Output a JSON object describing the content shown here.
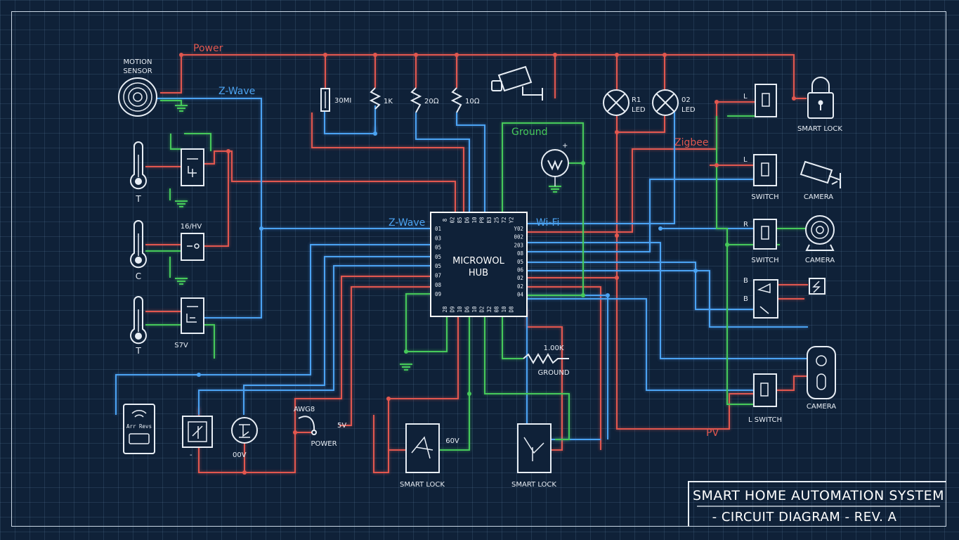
{
  "title_block": {
    "line1": "SMART HOME AUTOMATION SYSTEM",
    "line2": "- CIRCUIT DIAGRAM - REV. A"
  },
  "hub": {
    "line1": "MICROWOL",
    "line2": "HUB"
  },
  "hub_pins": {
    "left": [
      "01",
      "03",
      "05",
      "05",
      "05",
      "07",
      "08",
      "09"
    ],
    "right": [
      "Y02",
      "002",
      "203",
      "08",
      "05",
      "06",
      "02",
      "02",
      "04"
    ],
    "top": [
      "8",
      "02",
      "85",
      "D6",
      "10",
      "P8",
      "B3",
      "25",
      "72",
      "Y2"
    ],
    "bottom": [
      "28",
      "D9",
      "10",
      "D6",
      "10",
      "D2",
      "32",
      "08",
      "10",
      "D8"
    ]
  },
  "bus_labels": {
    "power": "Power",
    "zwave_top": "Z-Wave",
    "zwave_hub": "Z-Wave",
    "wifi": "Wi-Fi",
    "ground": "Ground",
    "zigbee": "Zigbee",
    "pv": "PV"
  },
  "labels": {
    "motion_sensor_1": "MOTION",
    "motion_sensor_2": "SENSOR",
    "thermo1": "T",
    "thermo2": "C",
    "thermo3": "T",
    "relay_voltage": "16/HV",
    "relay3_voltage": "S7V",
    "r_30m": "30MI",
    "r_1k": "1K",
    "r_20": "20Ω",
    "r_10": "10Ω",
    "led1_a": "R1",
    "led1_b": "LED",
    "led2_a": "02",
    "led2_b": "LED",
    "smart_lock_top": "SMART LOCK",
    "switch_1": "SWITCH",
    "camera_1": "CAMERA",
    "switch_2": "SWITCH",
    "camera_2": "CAMERA",
    "camera_3": "CAMERA",
    "l_switch": "L SWITCH",
    "res_value": "1.00K",
    "ground_label": "GROUND",
    "awg": "AWG8",
    "v5": "5V",
    "power_label": "POWER",
    "v00": "00V",
    "v60": "60V",
    "smart_lock_1": "SMART LOCK",
    "smart_lock_2": "SMART LOCK",
    "sw_tag_l1": "L",
    "sw_tag_l2": "L",
    "sw_tag_r": "R",
    "sw_tag_b1": "B",
    "sw_tag_b2": "B"
  },
  "colors": {
    "background": "#0f2138",
    "power": "#e2574f",
    "zwave": "#4ba3f2",
    "ground": "#46c95a",
    "line": "#e8eef5"
  }
}
